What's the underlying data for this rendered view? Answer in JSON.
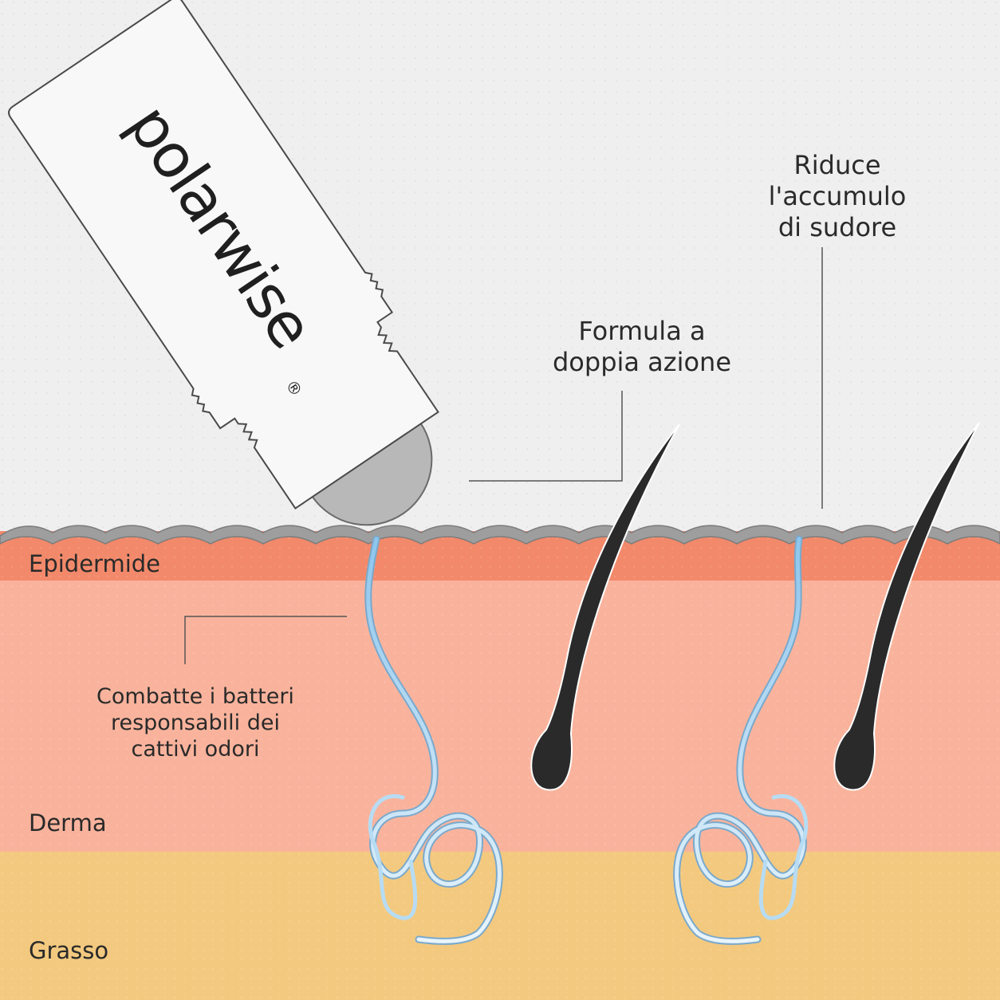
{
  "callouts": {
    "sweat": [
      "Riduce",
      "l'accumulo",
      "di sudore"
    ],
    "formula": [
      "Formula a",
      "doppia azione"
    ],
    "bacteria": [
      "Combatte i batteri",
      "responsabili dei",
      "cattivi odori"
    ]
  },
  "layers": {
    "epidermis": "Epidermide",
    "derma": "Derma",
    "fat": "Grasso"
  },
  "product": {
    "brand": "polarwise",
    "registered_mark": "®"
  },
  "colors": {
    "air": "#efefef",
    "skin_surface": "#9e9e9e",
    "epidermis": "#f2896a",
    "derma": "#f9b39c",
    "fat": "#f3c97f",
    "hair": "#2a2a2a",
    "sweat_gland": "#9fd0f0"
  }
}
